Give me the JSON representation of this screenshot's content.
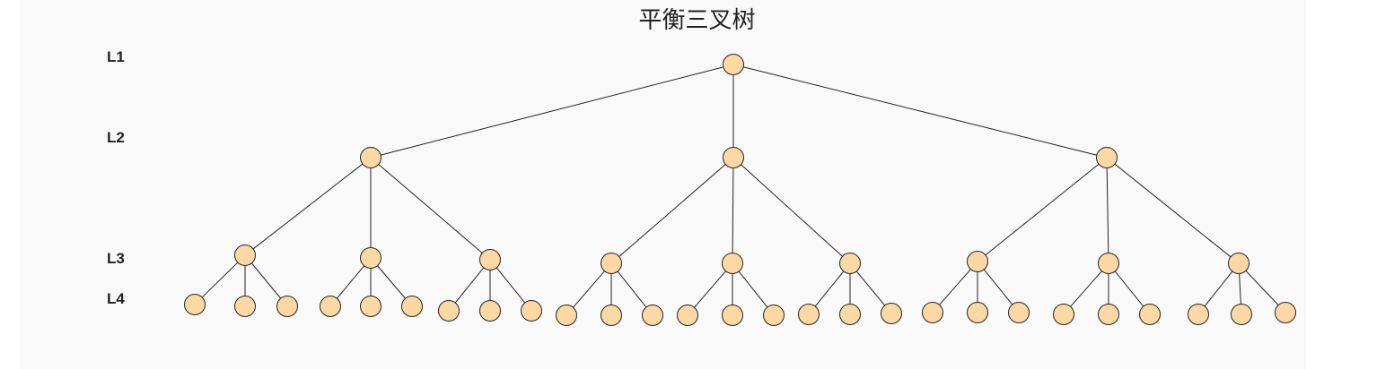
{
  "diagram": {
    "title": "平衡三叉树",
    "levels": [
      "L1",
      "L2",
      "L3",
      "L4"
    ],
    "node_fill": "#fcd9a4",
    "node_stroke": "#222222",
    "edge_color": "#222222",
    "branching_factor": 3
  }
}
